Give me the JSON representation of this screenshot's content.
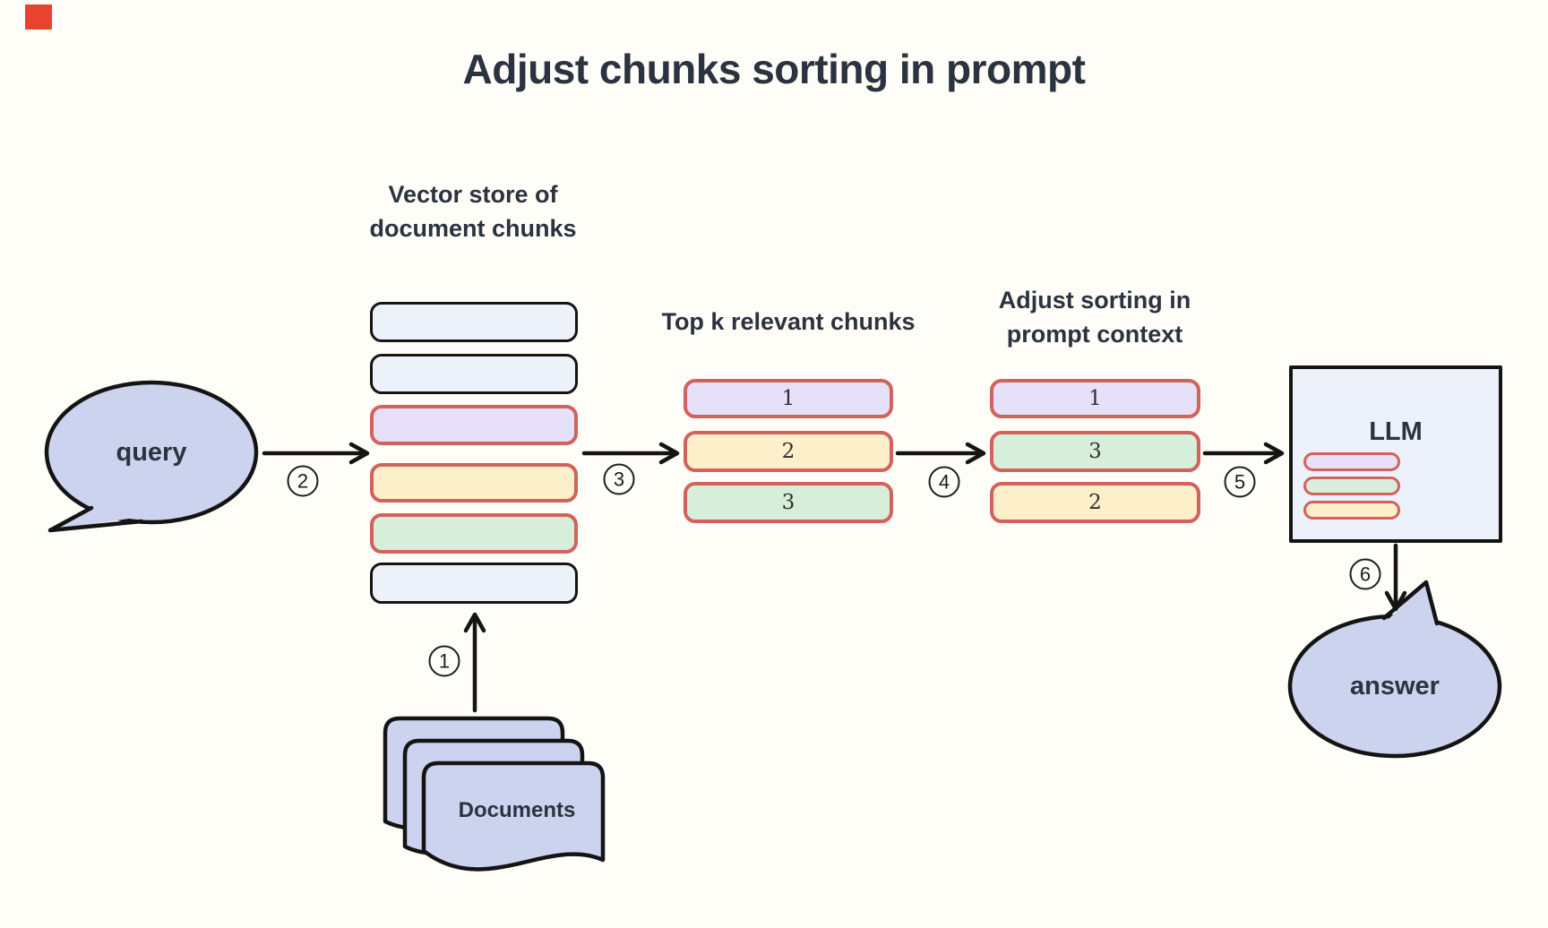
{
  "title": "Adjust chunks sorting in prompt",
  "palette": {
    "background": "#fffdf8",
    "heading": "#2b3240",
    "black_stroke": "#141414",
    "red_stroke": "#d2625c",
    "bubble_fill": "#ccd3ee",
    "light_fill": "#edf1fa",
    "purple_fill": "#e7e0f9",
    "yellow_fill": "#fcefca",
    "green_fill": "#d7eeda",
    "red_marker": "#e8432e"
  },
  "nodes": {
    "query": {
      "label": "query"
    },
    "vector_store": {
      "label_line1": "Vector store of",
      "label_line2": "document chunks",
      "rows": [
        {
          "color": "light"
        },
        {
          "color": "light"
        },
        {
          "color": "purple"
        },
        {
          "color": "yellow"
        },
        {
          "color": "green"
        },
        {
          "color": "light"
        }
      ]
    },
    "documents": {
      "label": "Documents"
    },
    "topk": {
      "label": "Top k relevant chunks",
      "chunks": [
        {
          "label": "1",
          "color": "purple"
        },
        {
          "label": "2",
          "color": "yellow"
        },
        {
          "label": "3",
          "color": "green"
        }
      ]
    },
    "sorted": {
      "label_line1": "Adjust sorting in",
      "label_line2": "prompt context",
      "chunks": [
        {
          "label": "1",
          "color": "purple"
        },
        {
          "label": "3",
          "color": "green"
        },
        {
          "label": "2",
          "color": "yellow"
        }
      ]
    },
    "llm": {
      "label": "LLM",
      "pills": [
        {
          "color": "purple"
        },
        {
          "color": "green"
        },
        {
          "color": "yellow"
        }
      ]
    },
    "answer": {
      "label": "answer"
    }
  },
  "steps": [
    {
      "label": "1"
    },
    {
      "label": "2"
    },
    {
      "label": "3"
    },
    {
      "label": "4"
    },
    {
      "label": "5"
    },
    {
      "label": "6"
    }
  ]
}
